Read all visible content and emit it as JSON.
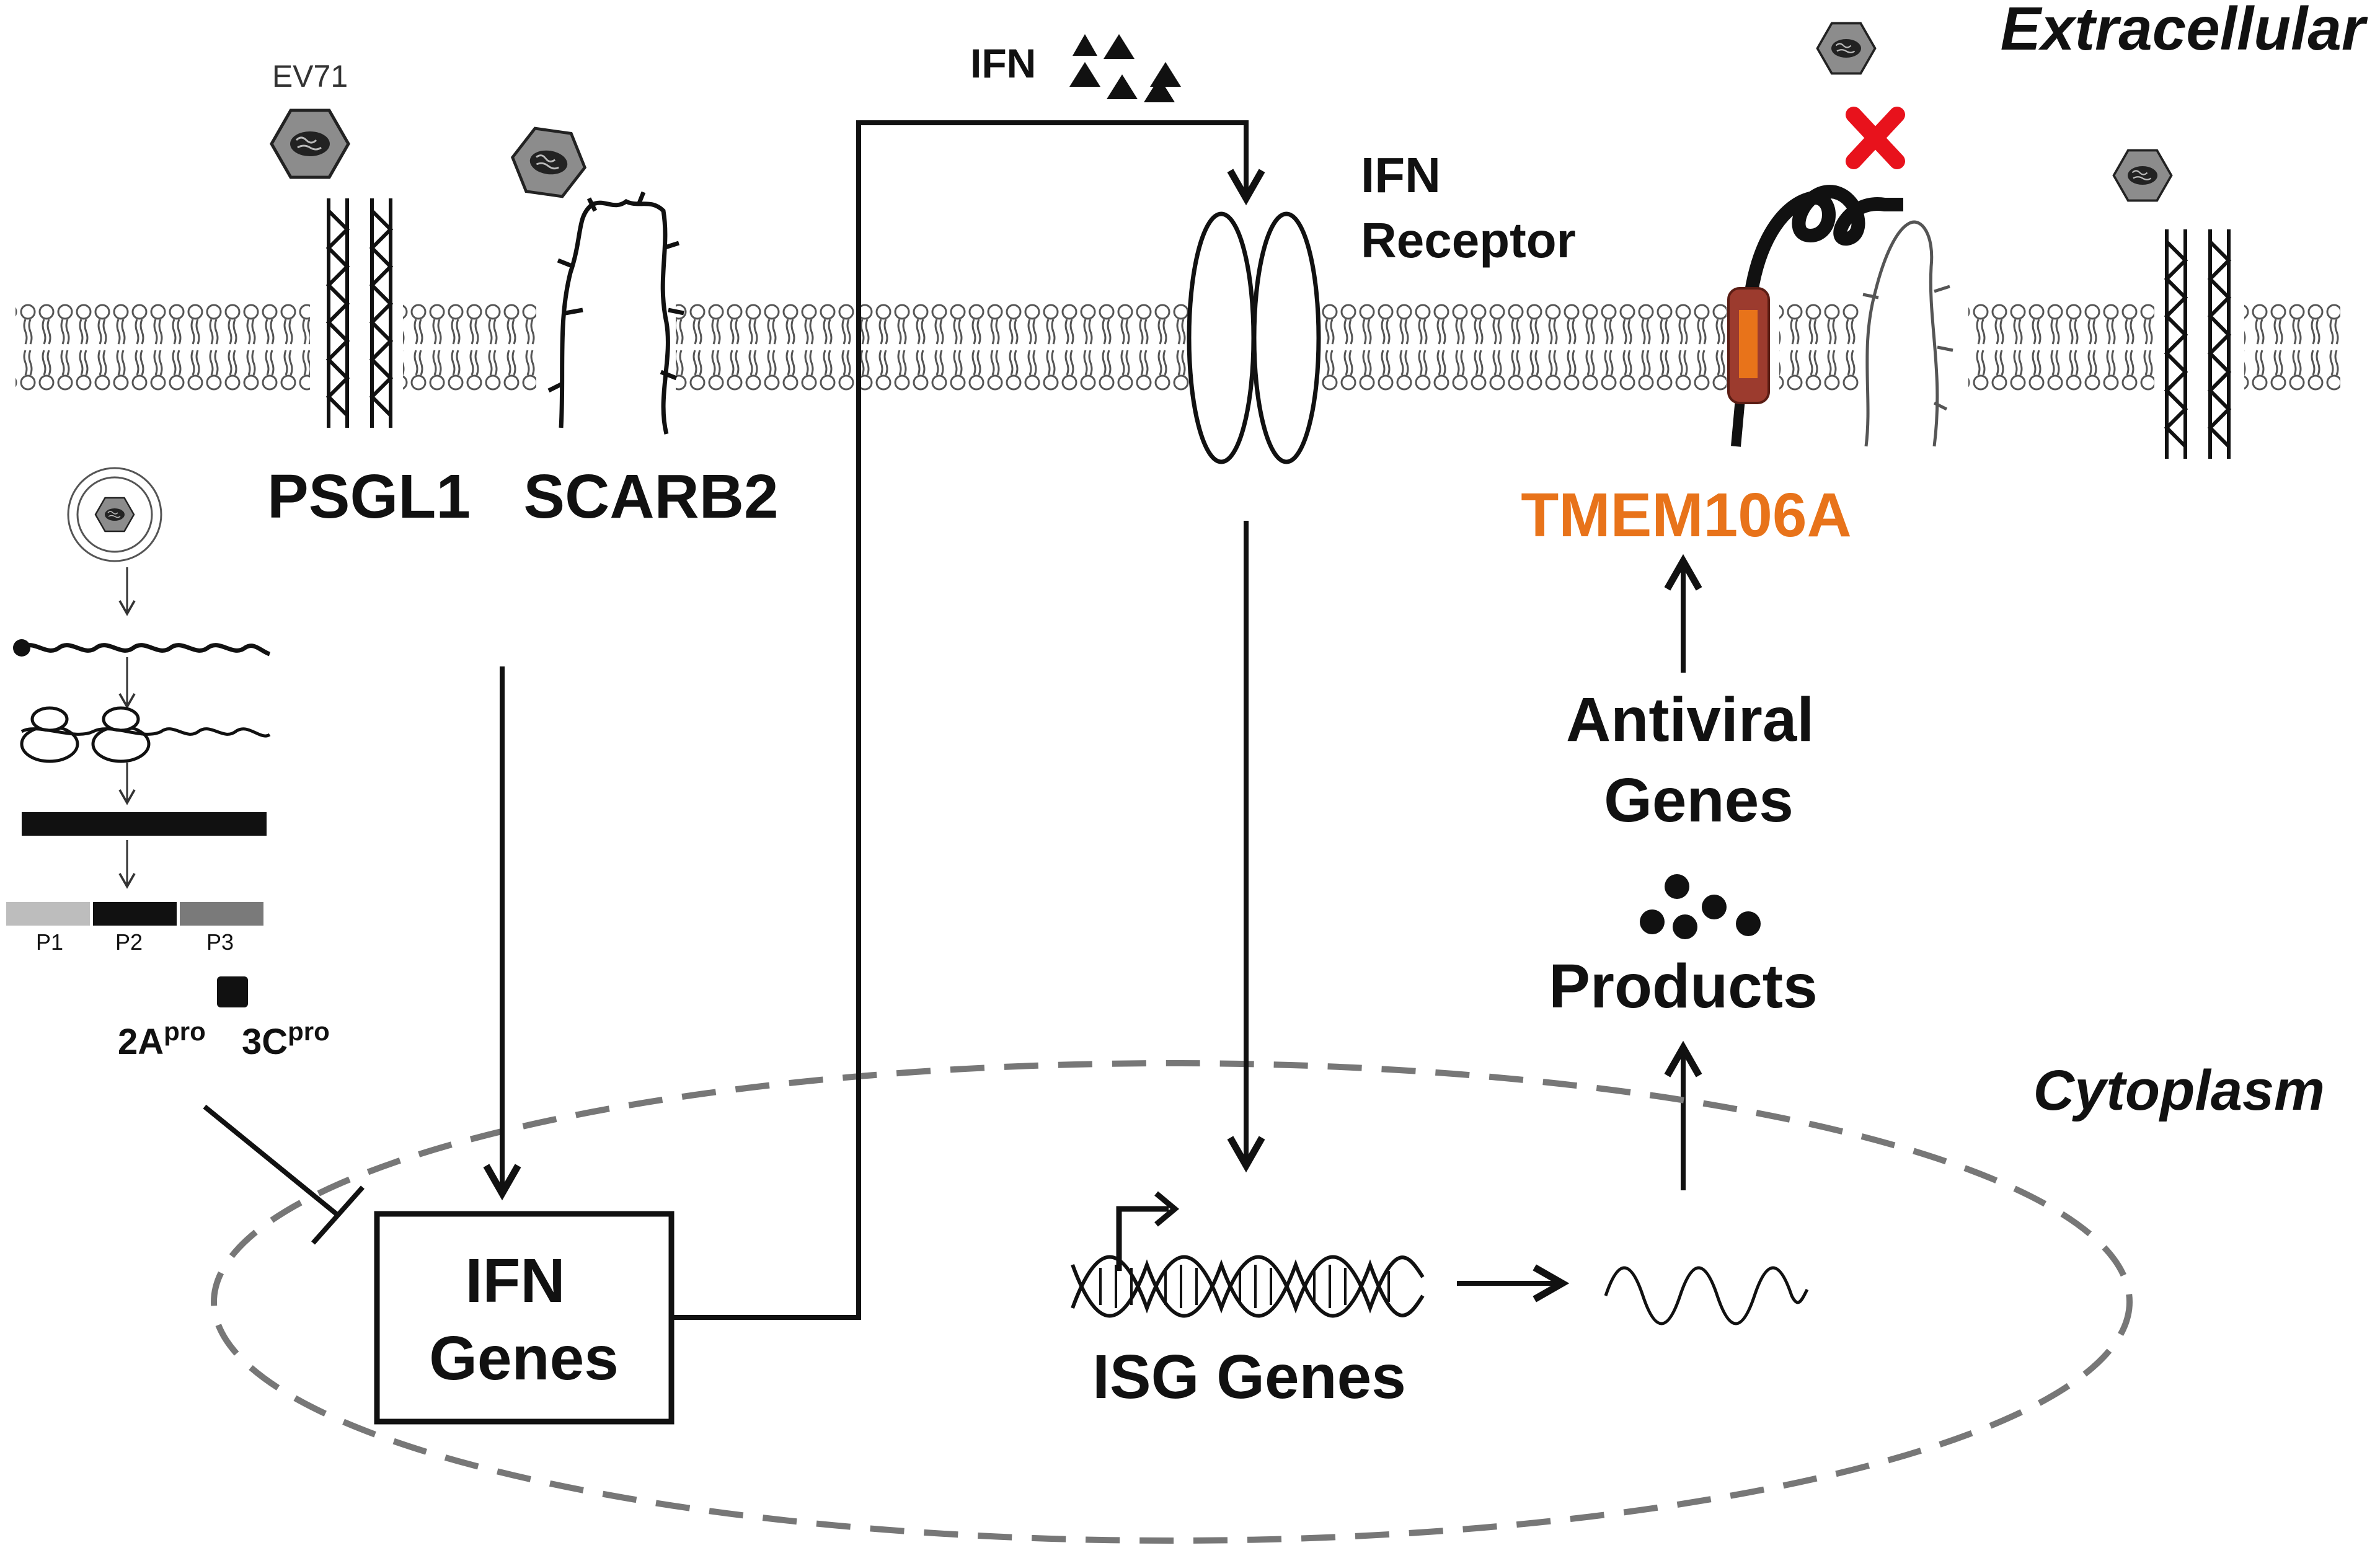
{
  "labels": {
    "extracellular": "Extracellular",
    "cytoplasm": "Cytoplasm",
    "ev71": "EV71",
    "psgl1": "PSGL1",
    "scarb2": "SCARB2",
    "ifn_ligand": "IFN",
    "ifn_receptor_line1": "IFN",
    "ifn_receptor_line2": "Receptor",
    "tmem106a": "TMEM106A",
    "antiviral_line1": "Antiviral",
    "antiviral_line2": "Genes",
    "products": "Products",
    "ifn_genes_line1": "IFN",
    "ifn_genes_line2": "Genes",
    "isg_genes": "ISG Genes",
    "p1": "P1",
    "p2": "P2",
    "p3": "P3",
    "protease_2a": "2A",
    "protease_3c": "3C",
    "protease_sup": "pro"
  },
  "colors": {
    "tmem106a_text": "#e8731a",
    "tmem106a_body": "#9c3b2e",
    "tmem106a_core": "#e8731a",
    "block_x": "#e8121c",
    "virus_fill": "#8c8c8c",
    "membrane_dash": "#777777"
  },
  "icons": {
    "virus": "hexagon-virion-icon",
    "block": "red-x-icon",
    "ifn_ligand": "triangle-cluster-icon",
    "products": "dot-cluster-icon",
    "dna": "dna-helix-icon",
    "mrna": "wave-mrna-icon"
  }
}
